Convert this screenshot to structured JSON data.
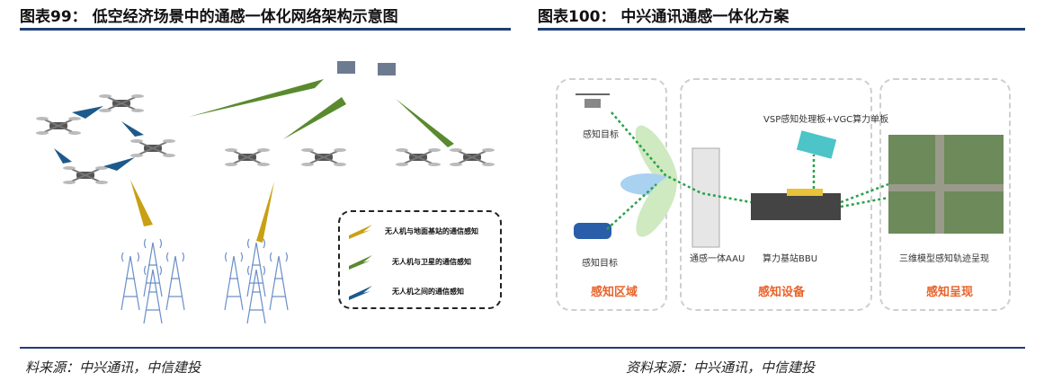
{
  "left_figure": {
    "title": "图表99：  低空经济场景中的通感一体化网络架构示意图",
    "legend": [
      {
        "label": "无人机与地面基站的通信感知",
        "color": "#c9a013"
      },
      {
        "label": "无人机与卫星的通信感知",
        "color": "#5a8a2e"
      },
      {
        "label": "无人机之间的通信感知",
        "color": "#1d5a8c"
      }
    ],
    "source": "料来源：中兴通讯，中信建投"
  },
  "right_figure": {
    "title": "图表100：  中兴通讯通感一体化方案",
    "target_label_1": "感知目标",
    "target_label_2": "感知目标",
    "board_label": "VSP感知处理板+VGC算力单板",
    "aau_label": "通感一体AAU",
    "bbu_label": "算力基站BBU",
    "render_label": "三维模型感知轨迹呈现",
    "sections": [
      "感知区域",
      "感知设备",
      "感知呈现"
    ],
    "source": "资料来源：中兴通讯，中信建投"
  },
  "colors": {
    "rule": "#1f3f73",
    "accent": "#e8632a"
  }
}
